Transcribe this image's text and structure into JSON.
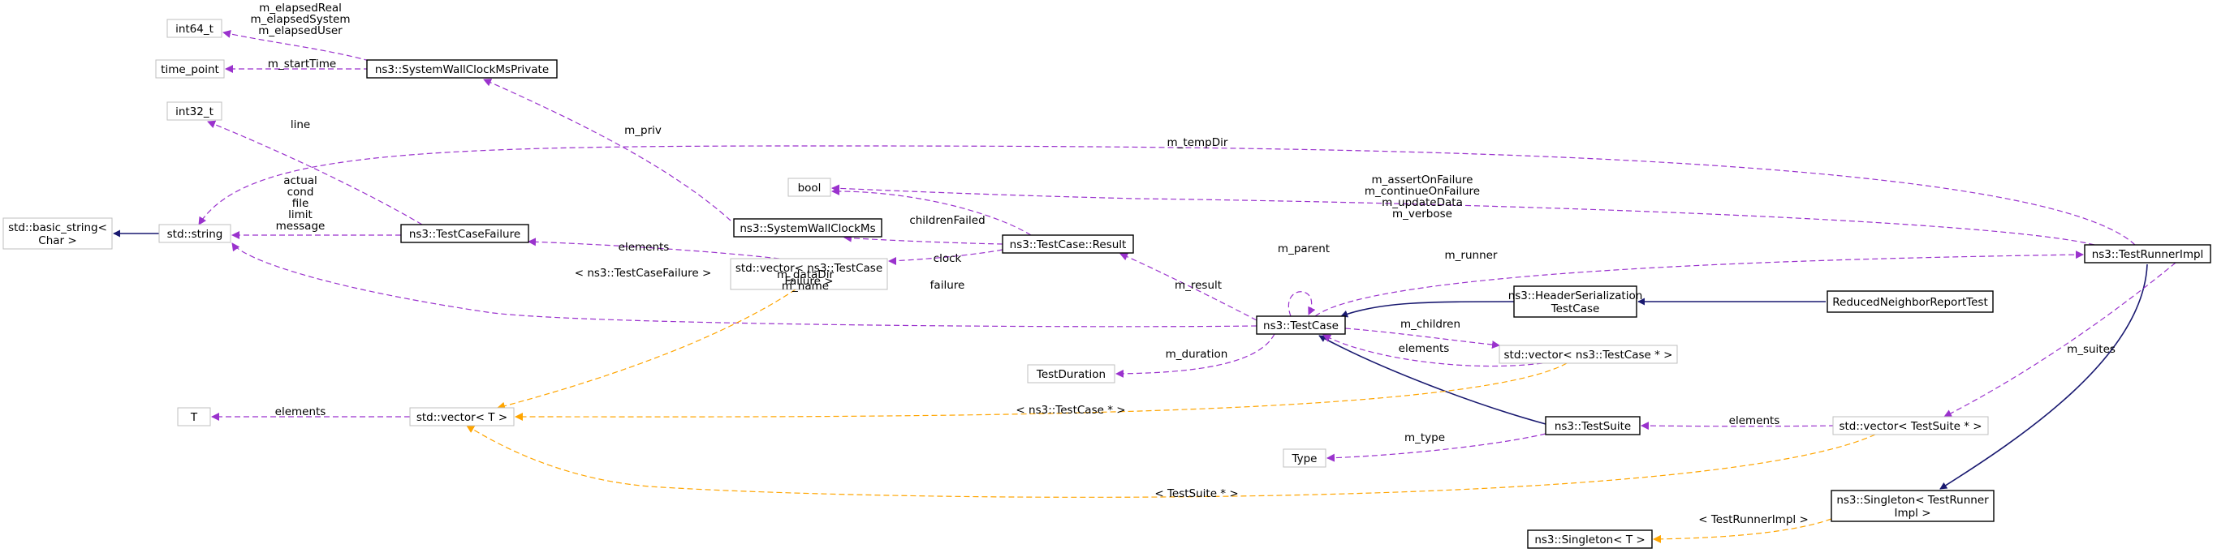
{
  "nodes": {
    "reduced": [
      "ReducedNeighborReportTest"
    ],
    "header_ser": [
      "ns3::HeaderSerialization",
      "TestCase"
    ],
    "testcase": [
      "ns3::TestCase"
    ],
    "result": [
      "ns3::TestCase::Result"
    ],
    "wallclock": [
      "ns3::SystemWallClockMs"
    ],
    "wallclock_priv": [
      "ns3::SystemWallClockMsPrivate"
    ],
    "int64": [
      "int64_t"
    ],
    "time_point": [
      "time_point"
    ],
    "int32": [
      "int32_t"
    ],
    "basic_string": [
      "std::basic_string<",
      "Char >"
    ],
    "string": [
      "std::string"
    ],
    "failure": [
      "ns3::TestCaseFailure"
    ],
    "vec_failure": [
      "std::vector< ns3::TestCase",
      "Failure >"
    ],
    "bool": [
      "bool"
    ],
    "vec_tc": [
      "std::vector< ns3::TestCase * >"
    ],
    "duration": [
      "TestDuration"
    ],
    "T": [
      "T"
    ],
    "vecT": [
      "std::vector< T >"
    ],
    "runner": [
      "ns3::TestRunnerImpl"
    ],
    "suite": [
      "ns3::TestSuite"
    ],
    "type": [
      "Type"
    ],
    "vec_suite": [
      "std::vector< TestSuite * >"
    ],
    "singleton_tr": [
      "ns3::Singleton< TestRunner",
      "Impl >"
    ],
    "singletonT": [
      "ns3::Singleton< T >"
    ]
  },
  "edge_labels": {
    "wc_elapsed": [
      "m_elapsedReal",
      "m_elapsedSystem",
      "m_elapsedUser"
    ],
    "start_time": [
      "m_startTime"
    ],
    "line": [
      "line"
    ],
    "priv": [
      "m_priv"
    ],
    "temp_dir": [
      "m_tempDir"
    ],
    "failure_strings": [
      "actual",
      "cond",
      "file",
      "limit",
      "message"
    ],
    "flags": [
      "m_assertOnFailure",
      "m_continueOnFailure",
      "m_updateData",
      "m_verbose"
    ],
    "children_failed": [
      "childrenFailed"
    ],
    "clock": [
      "clock"
    ],
    "failure_elements": [
      "elements"
    ],
    "failure_member": [
      "failure"
    ],
    "runner_member": [
      "m_runner"
    ],
    "parent": [
      "m_parent"
    ],
    "result_member": [
      "m_result"
    ],
    "data_dir": [
      "m_dataDir",
      "m_name"
    ],
    "tpl_failure": [
      "< ns3::TestCaseFailure >"
    ],
    "children": [
      "m_children"
    ],
    "tc_elements": [
      "elements"
    ],
    "duration_member": [
      "m_duration"
    ],
    "t_elements": [
      "elements"
    ],
    "tpl_tc": [
      "< ns3::TestCase * >"
    ],
    "suites": [
      "m_suites"
    ],
    "type_member": [
      "m_type"
    ],
    "suite_elements": [
      "elements"
    ],
    "tpl_suite": [
      "< TestSuite * >"
    ],
    "tpl_runner": [
      "< TestRunnerImpl >"
    ]
  },
  "colors": {
    "inherit": "#191970",
    "usage": "#9a32cd",
    "template": "#ffa500",
    "node_border": "#000000",
    "node_border_external": "#bfbfbf",
    "focus_fill": "#bfbfbf"
  }
}
